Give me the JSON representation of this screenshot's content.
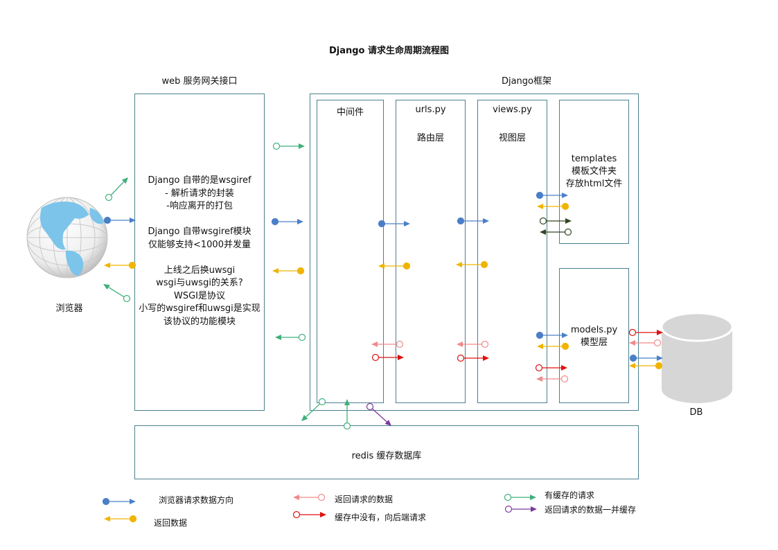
{
  "title": "Django 请求生命周期流程图",
  "gateway": {
    "header": "web 服务网关接口",
    "lines": [
      "Django 自带的是wsgiref",
      "- 解析请求的封装",
      "-响应离开的打包",
      "",
      "Django 自带wsgiref模块",
      "仅能够支持<1000并发量",
      "",
      "上线之后换uwsgi",
      "wsgi与uwsgi的关系?",
      "WSGI是协议",
      "小写的wsgiref和uwsgi是实现",
      "该协议的功能模块"
    ]
  },
  "django": {
    "header": "Django框架",
    "middleware": "中间件",
    "urls": {
      "title": "urls.py",
      "subtitle": "路由层"
    },
    "views": {
      "title": "views.py",
      "subtitle": "视图层"
    },
    "templates": {
      "lines": [
        "templates",
        "模板文件夹",
        "存放html文件"
      ]
    },
    "models": {
      "lines": [
        "models.py",
        "模型层"
      ]
    }
  },
  "browser": {
    "label": "浏览器"
  },
  "db": {
    "label": "DB"
  },
  "redis": {
    "label": "redis 缓存数据库"
  },
  "colors": {
    "request": "#4a7fc8",
    "return": "#f0b400",
    "return_data": "#f08a8a",
    "backend_request": "#e01010",
    "cached_request": "#3fb07a",
    "cache_store": "#7a3a9a",
    "templates_arrow": "#334422",
    "border": "#4a7f8f"
  },
  "legend": [
    {
      "text": "浏览器请求数据方向",
      "style": "request"
    },
    {
      "text": "返回数据",
      "style": "return"
    },
    {
      "text": "返回请求的数据",
      "style": "return_data"
    },
    {
      "text": "缓存中没有，向后端请求",
      "style": "backend_request"
    },
    {
      "text": "有缓存的请求",
      "style": "cached_request"
    },
    {
      "text": "返回请求的数据一并缓存",
      "style": "cache_store"
    }
  ]
}
